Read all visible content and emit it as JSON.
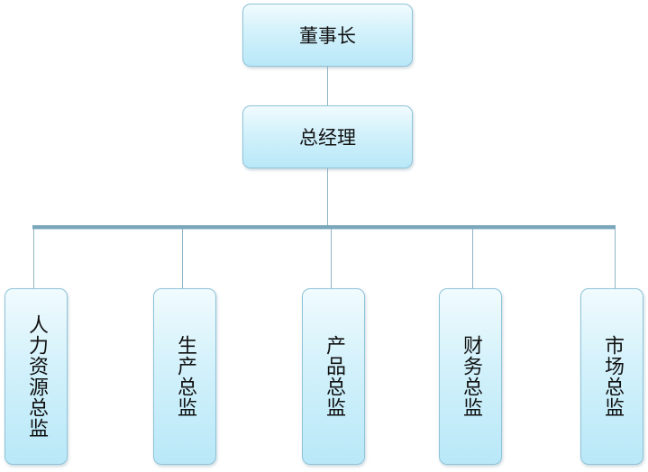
{
  "org": {
    "chairman": "董事长",
    "ceo": "总经理",
    "directors": [
      {
        "label": "人力资源总监"
      },
      {
        "label": "生产总监"
      },
      {
        "label": "产品总监"
      },
      {
        "label": "财务总监"
      },
      {
        "label": "市场总监"
      }
    ]
  },
  "colors": {
    "box_fill_top": "#f1fbfe",
    "box_fill_bottom": "#b9e8f8",
    "box_border": "#8fc3d8",
    "connector": "#8fb4c4"
  }
}
